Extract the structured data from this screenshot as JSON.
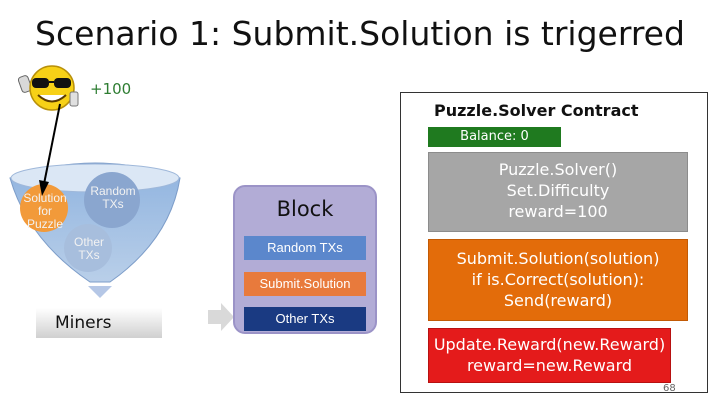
{
  "title": "Scenario 1: Submit.Solution is trigerred",
  "reward_delta": "+100",
  "funnel": {
    "solution_label": "Solution for Puzzle",
    "random_label": "Random TXs",
    "other_label": "Other TXs",
    "miners_label": "Miners"
  },
  "block": {
    "label": "Block",
    "items": [
      "Random TXs",
      "Submit.Solution",
      "Other TXs"
    ]
  },
  "contract": {
    "title": "Puzzle.Solver Contract",
    "balance": "Balance: 0",
    "functions": [
      {
        "lines": [
          "Puzzle.Solver()",
          "Set.Difficulty",
          "reward=100"
        ],
        "color": "#a6a6a6"
      },
      {
        "lines": [
          "Submit.Solution(solution)",
          "if is.Correct(solution):",
          "Send(reward)"
        ],
        "color": "#e36c0a"
      },
      {
        "lines": [
          "Update.Reward(new.Reward)",
          "reward=new.Reward"
        ],
        "color": "#e41b1b"
      }
    ]
  },
  "page_number": "68"
}
